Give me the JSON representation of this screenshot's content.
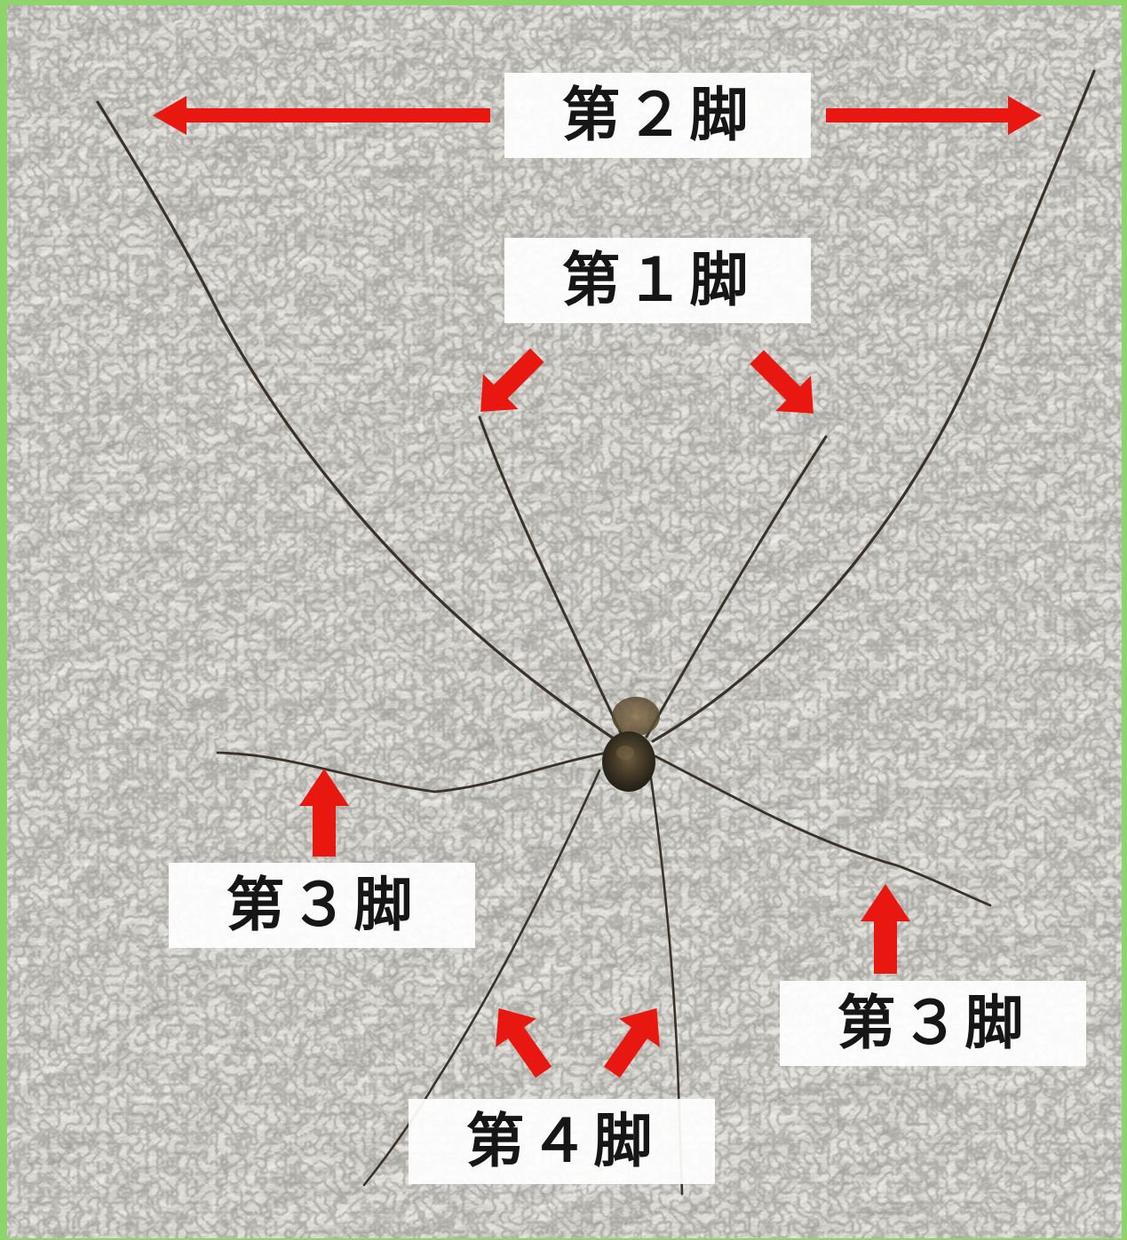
{
  "labels": {
    "leg2": "第２脚",
    "leg1": "第１脚",
    "leg3_left": "第３脚",
    "leg3_right": "第３脚",
    "leg4": "第４脚"
  },
  "colors": {
    "frame": "#8fd46a",
    "wall": "#eeede8",
    "arrow": "#e8170f",
    "leg": "#3a3228",
    "body": "#3d3424",
    "label_bg": "#ffffff",
    "label_text": "#161616"
  },
  "subject": "harvestman-spider-on-stucco-wall",
  "arrows": [
    "leg2-left-arrow",
    "leg2-right-arrow",
    "leg1-left-arrow",
    "leg1-right-arrow",
    "leg3-left-arrow",
    "leg3-right-arrow",
    "leg4-left-arrow",
    "leg4-right-arrow"
  ]
}
